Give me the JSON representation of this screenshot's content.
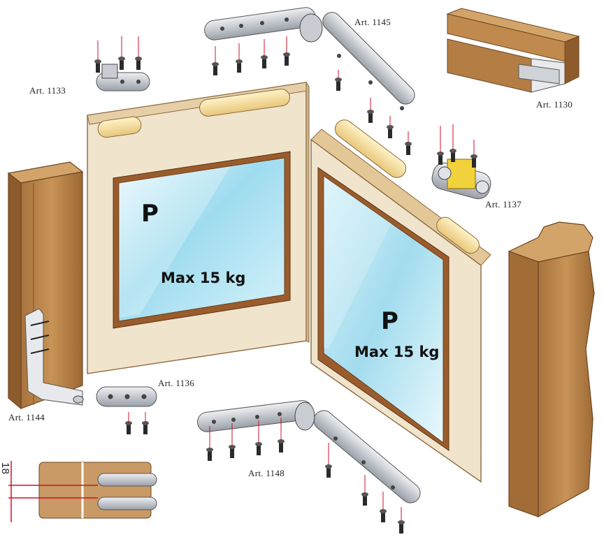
{
  "labels": {
    "art_1133": "Art. 1133",
    "art_1145": "Art. 1145",
    "art_1130": "Art. 1130",
    "art_1137": "Art. 1137",
    "art_1136": "Art. 1136",
    "art_1144": "Art. 1144",
    "art_1148": "Art. 1148"
  },
  "panel_left": {
    "letter": "P",
    "load": "Max 15 kg"
  },
  "panel_right": {
    "letter": "P",
    "load": "Max 15 kg"
  },
  "dimension": "18",
  "colors": {
    "wood": "#c08a4e",
    "wood_dark": "#8a5a2b",
    "panel": "#eee0c6",
    "panel_edge": "#d9c09a",
    "frame": "#9a5c2c",
    "glass": "#a9e0f0",
    "steel": "#c9cdd3",
    "screw": "#2a2a2a",
    "brass": "#e6c200"
  }
}
